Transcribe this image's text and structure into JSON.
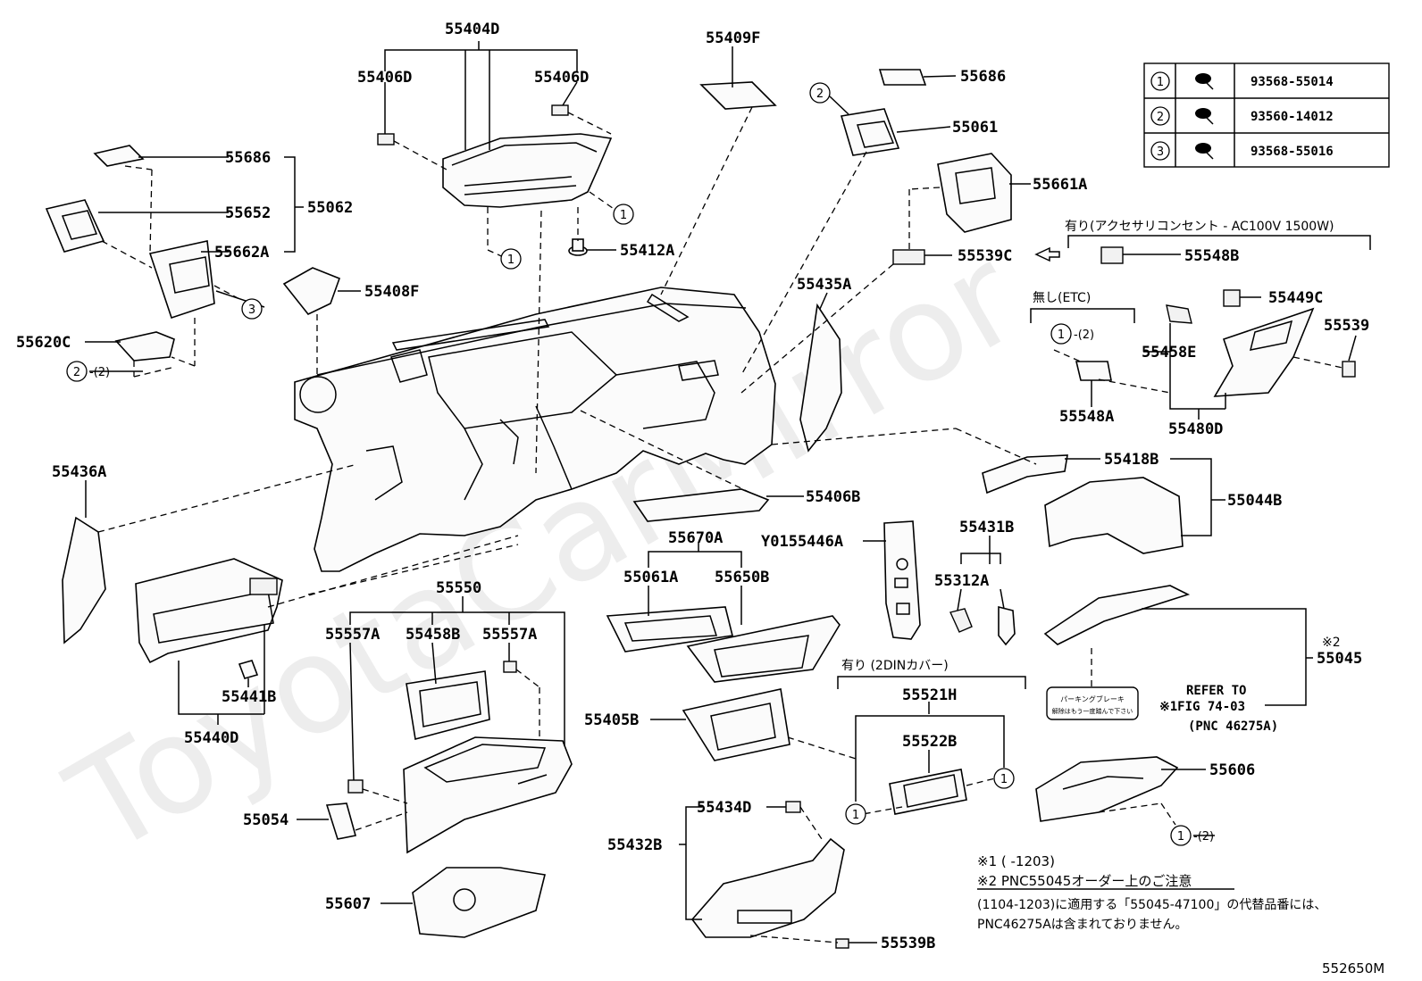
{
  "watermark": "ToyotaCarMirror",
  "figure_code": "552650M",
  "fastener_table": [
    {
      "ref": "1",
      "icon": "screw-icon",
      "part": "93568-55014"
    },
    {
      "ref": "2",
      "icon": "screw-icon",
      "part": "93560-14012"
    },
    {
      "ref": "3",
      "icon": "screw-icon",
      "part": "93568-55016"
    }
  ],
  "parts": {
    "p55404D": "55404D",
    "p55406D_l": "55406D",
    "p55406D_r": "55406D",
    "p55409F": "55409F",
    "p55686_r": "55686",
    "p55061": "55061",
    "p55661A": "55661A",
    "p55686_l": "55686",
    "p55652": "55652",
    "p55062": "55062",
    "p55662A": "55662A",
    "p55412A": "55412A",
    "p55539C": "55539C",
    "p55548B": "55548B",
    "p55408F": "55408F",
    "p55435A": "55435A",
    "p55449C": "55449C",
    "p55539_r": "55539",
    "p55620C": "55620C",
    "p55458E": "55458E",
    "p55548A": "55548A",
    "p55480D": "55480D",
    "p55436A": "55436A",
    "p55418B": "55418B",
    "p55044B": "55044B",
    "p55406B": "55406B",
    "p55670A": "55670A",
    "pY0155446A": "Y0155446A",
    "p55431B": "55431B",
    "p55550": "55550",
    "p55061A": "55061A",
    "p55650B": "55650B",
    "p55312A": "55312A",
    "p55557A_l": "55557A",
    "p55458B": "55458B",
    "p55557A_r": "55557A",
    "p55441B": "55441B",
    "p55045": "55045",
    "p55440D": "55440D",
    "p55405B": "55405B",
    "p55521H": "55521H",
    "p55522B": "55522B",
    "p55606": "55606",
    "p55054": "55054",
    "p55434D": "55434D",
    "p55432B": "55432B",
    "p55607": "55607",
    "p55539B": "55539B"
  },
  "callout_refs": {
    "c1a": "1",
    "c1b": "1",
    "c2a": "2",
    "c3a": "3",
    "c2b": "2",
    "c1c": "1",
    "c1d": "1",
    "c1e": "1",
    "c1f": "1",
    "c1g": "1"
  },
  "qty_texts": {
    "q2b": "-(2)",
    "q1c": "-(2)",
    "q1g": "-(2)"
  },
  "notes": {
    "with_accessory_outlet": "有り(アクセサリコンセント - AC100V 1500W)",
    "without_etc": "無し(ETC)",
    "with_2din_cover": "有り (2DINカバー)",
    "note2_mark": "※2",
    "refer_to": "REFER TO",
    "note1_mark_fig": "※1FIG 74-03",
    "pnc_ref": "(PNC 46275A)",
    "sticker_line1": "パーキングブレーキ",
    "sticker_line2": "解除はもう一度踏んで下さい",
    "footnote1": "※1 (        -1203)",
    "footnote2": "※2 PNC55045オーダー上のご注意",
    "footnote3": "(1104-1203)に適用する「55045-47100」の代替品番には、",
    "footnote4": "PNC46275Aは含まれておりません。"
  }
}
